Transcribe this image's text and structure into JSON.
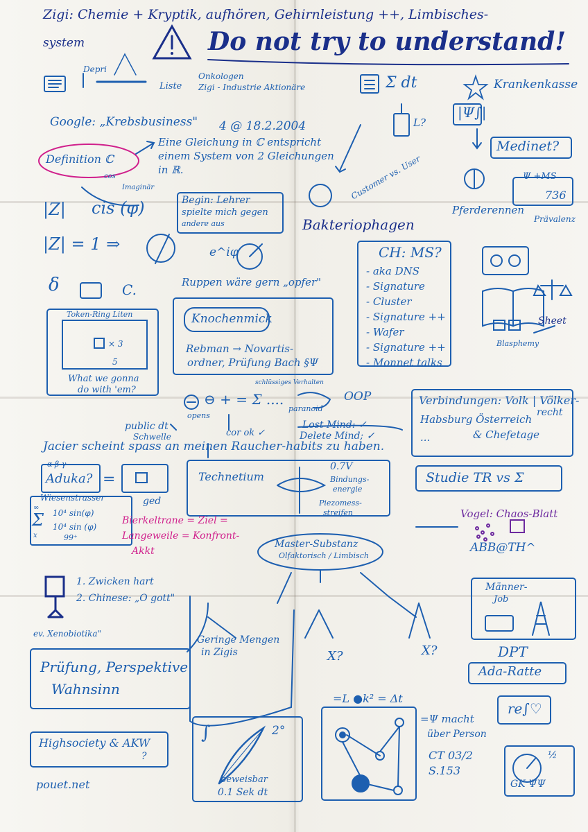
{
  "header": {
    "line1": "Zigi: Chemie + Kryptik, aufhören, Gehirnleistung ++, Limbisches-",
    "line2": "system",
    "warning": "Do not try to understand!"
  },
  "top": {
    "depri": "Depri",
    "liste": "Liste",
    "onkologen": "Onkologen",
    "zigi_industrie": "Zigi - Industrie Aktionäre",
    "sum_dt": "Σ dt",
    "krankenkasse": "Krankenkasse",
    "l_q": "L?",
    "psi_int": "|Ψ∫|",
    "medinet": "Medinet?",
    "google": "Google: „Krebsbusiness\"",
    "date": "4 @ 18.2.2004",
    "definition_c": "Definition ℂ",
    "cos": "cos",
    "imaginaer": "Imaginär",
    "gleichung1": "Eine Gleichung in ℂ entspricht",
    "gleichung2": "einem System von 2 Gleichungen",
    "gleichung3": "in ℝ.",
    "customer_vs_user": "Customer vs. User",
    "psi_ms": "Ψ +MS",
    "num_736": "736",
    "praevalenz": "Prävalenz",
    "pferderennen": "Pferderennen"
  },
  "math": {
    "abs_z": "|Z|",
    "cis": "cis (φ)",
    "beginn1": "Begin: Lehrer",
    "beginn2": "spielte mich gegen",
    "beginn3": "andere aus",
    "bakterio": "Bakteriophagen",
    "abs_z_eq": "|Z| = 1 ⇒",
    "e_i_phi": "e^iφ",
    "delta": "δ",
    "c_letter": "C.",
    "rupprecht": "Ruppen wäre gern „opfer\""
  },
  "ch_ms": {
    "title": "CH: MS?",
    "items": [
      "aka DNS",
      "Signature",
      "Cluster",
      "Signature ++",
      "Wafer",
      "Signature ++",
      "Monnet talks"
    ]
  },
  "right_mid": {
    "oo": "OO",
    "sheet": "Sheet",
    "blasphemy": "Blasphemy"
  },
  "token": {
    "title": "Token-Ring Liten",
    "x3": "× 3",
    "five": "5",
    "what1": "What we gonna",
    "what2": "do with 'em?"
  },
  "knochen": {
    "title": "Knochenmick",
    "rebman1": "Rebman → Novartis-",
    "rebman2": "ordner, Prüfung Bach §Ψ"
  },
  "mid": {
    "formula": "⊖ + = Σ ....",
    "schluessiges": "schlüssiges Verhalten",
    "paranoid": "paranoid",
    "oop": "OOP",
    "opens": "opens",
    "public1": "public dt",
    "public2": "Schwelle",
    "cor_ok": "cor ok ✓",
    "lost1": "Lost Mind: ✓",
    "lost2": "Delete Mind; ✓",
    "jacier": "Jacier scheint spass an meinen Raucher-habits zu haben.",
    "verbindungen1": "Verbindungen: Volk | Völker-",
    "verbindungen2": "recht",
    "habsburg": "Habsburg Österreich",
    "chefetage": "& Chefetage",
    "dots": "..."
  },
  "left_mid": {
    "greek": "α β γ",
    "aduka": "Aduka?",
    "eq": "=",
    "ged": "ged",
    "wiesen": "Wiesenstrasser",
    "sum_top": "∞",
    "sum_bottom": "x",
    "frac1": "10⁴ sin(φ)",
    "frac2": "10⁴ sin (φ)",
    "frac3": "99⁺"
  },
  "technetium": {
    "title": "Technetium",
    "voltage": "0.7V",
    "bindung1": "Bindungs-",
    "bindung2": "energie",
    "piezo1": "Piezomess-",
    "piezo2": "streifen"
  },
  "studie": "Studie TR vs Σ",
  "pink": {
    "l1": "Bierkeltrane = Ziel =",
    "l2": "Langeweile = Konfront-",
    "l3": "Akkt"
  },
  "vogel": {
    "title": "Vogel: Chaos-Blatt",
    "abb": "ABB@TH^"
  },
  "master": {
    "l1": "Master-Substanz",
    "l2": "Olfaktorisch / Limbisch"
  },
  "chair": {
    "l1": "1. Zwicken hart",
    "l2": "2. Chinese: „O gott\""
  },
  "xeno": "ev. Xenobiotika\"",
  "geringe1": "Geringe Mengen",
  "geringe2": "in Zigis",
  "xq1": "X?",
  "xq2": "X?",
  "maenner": {
    "l1": "Männer-",
    "l2": "Job"
  },
  "dpt": "DPT",
  "ada": "Ada-Ratte",
  "pruefung": {
    "l1": "Prüfung, Perspektive",
    "l2": "Wahnsinn"
  },
  "formula_bottom": "=L ●k² = Δt",
  "re_heart": "re∫♡",
  "psi_macht1": "=Ψ macht",
  "psi_macht2": "über Person",
  "ct1": "CT 03/2",
  "ct2": "S.153",
  "high1": "Highsociety & AKW",
  "high2": "?",
  "pouet": "pouet.net",
  "integral": "∫",
  "two_deg": "2°",
  "beweisbar": "beweisbar",
  "dt01": "0.1 Sek dt",
  "gk1": "½",
  "gk2": "GK ΨΨ",
  "colors": {
    "ink": "#1d5fb0",
    "pink": "#d0208c",
    "purple": "#6d2a9f",
    "navy": "#1a2f8a",
    "paper": "#f3f1ec"
  }
}
